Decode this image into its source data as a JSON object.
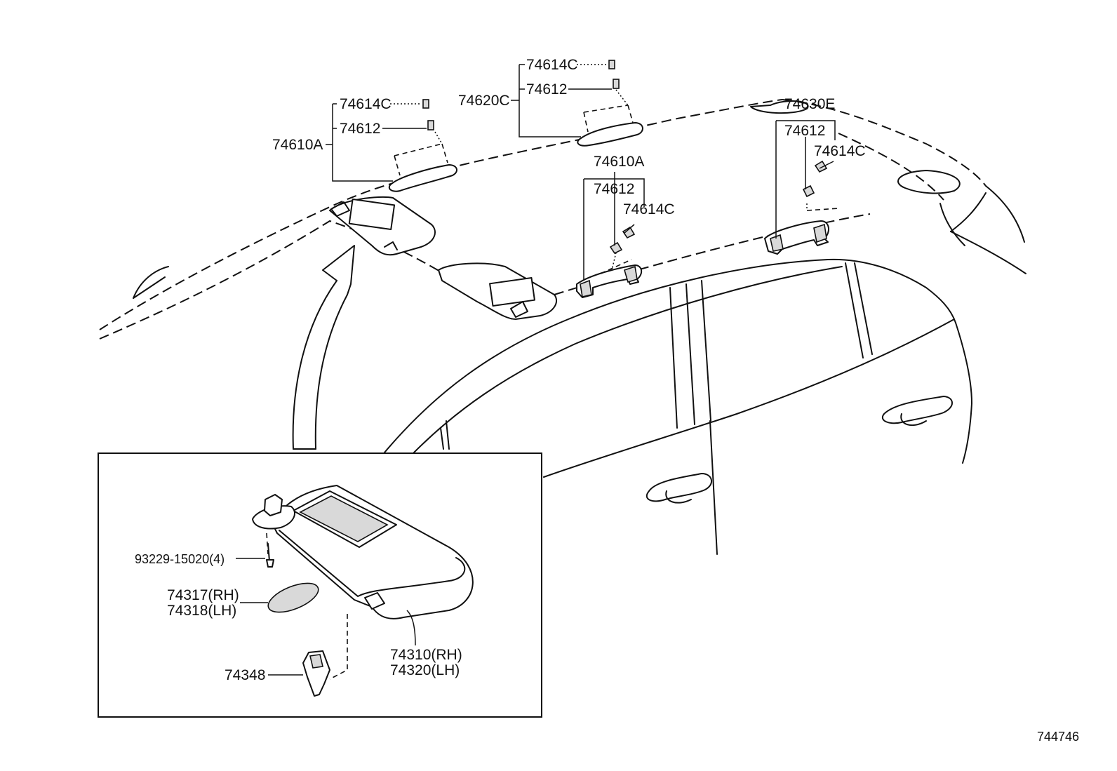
{
  "diagram_id": "744746",
  "callouts": {
    "c_74614C_a": "74614C",
    "c_74612_a": "74612",
    "c_74610A_a": "74610A",
    "c_74614C_b": "74614C",
    "c_74612_b": "74612",
    "c_74620C": "74620C",
    "c_74630E": "74630E",
    "c_74612_c": "74612",
    "c_74614C_c": "74614C",
    "c_74610A_b": "74610A",
    "c_74612_d": "74612",
    "c_74614C_d": "74614C",
    "c_93229": "93229-15020(4)",
    "c_74317": "74317(RH)",
    "c_74318": "74318(LH)",
    "c_74310": "74310(RH)",
    "c_74320": "74320(LH)",
    "c_74348": "74348"
  }
}
